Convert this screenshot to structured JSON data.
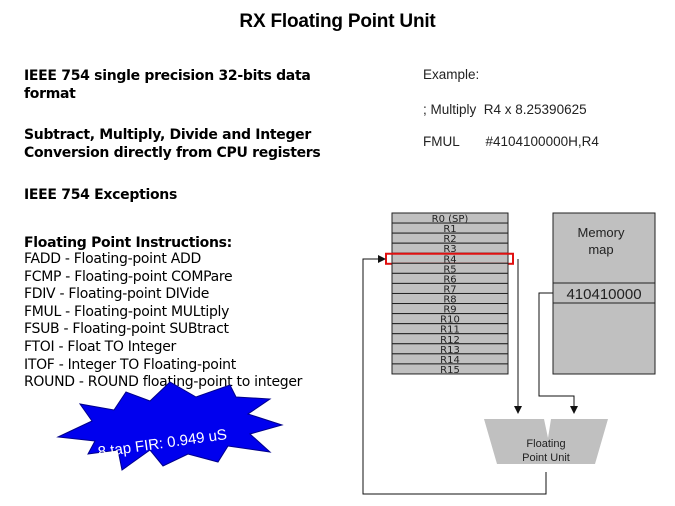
{
  "title": "RX Floating Point Unit",
  "bullets": [
    {
      "line1": "IEEE 754 single precision  32-bits data",
      "line2": "format"
    },
    {
      "line1": "Subtract, Multiply,  Divide  and Integer",
      "line2": "Conversion directly  from CPU registers"
    },
    {
      "line1": "IEEE 754 Exceptions",
      "line2": ""
    }
  ],
  "instructions": {
    "heading": "Floating  Point Instructions:",
    "items": [
      "FADD - Floating-point ADD",
      "FCMP - Floating-point COMPare",
      "FDIV - Floating-point DIVide",
      "FMUL - Floating-point MULtiply",
      "FSUB - Floating-point SUBtract",
      "FTOI - Float TO Integer",
      "ITOF - Integer TO Floating-point",
      "ROUND - ROUND floating-point  to integer"
    ]
  },
  "example": {
    "label": "Example:",
    "comment": "; Multiply  R4 x 8.25390625",
    "instruction": "FMUL       #4104100000H,R4"
  },
  "burst": {
    "text": "8 tap FIR: 0.949 uS",
    "color": "#0000ee"
  },
  "registers": {
    "names": [
      "R0 (SP)",
      "R1",
      "R2",
      "R3",
      "R4",
      "R5",
      "R6",
      "R7",
      "R8",
      "R9",
      "R10",
      "R11",
      "R12",
      "R13",
      "R14",
      "R15"
    ],
    "highlighted": "R4",
    "highlight_color": "#e01010",
    "fill_color": "#c0c0c0"
  },
  "memory": {
    "label_line1": "Memory",
    "label_line2": "map",
    "value": "410410000",
    "fill_color": "#c0c0c0"
  },
  "fpu": {
    "label_line1": "Floating",
    "label_line2": "Point Unit",
    "fill_color": "#c0c0c0"
  }
}
